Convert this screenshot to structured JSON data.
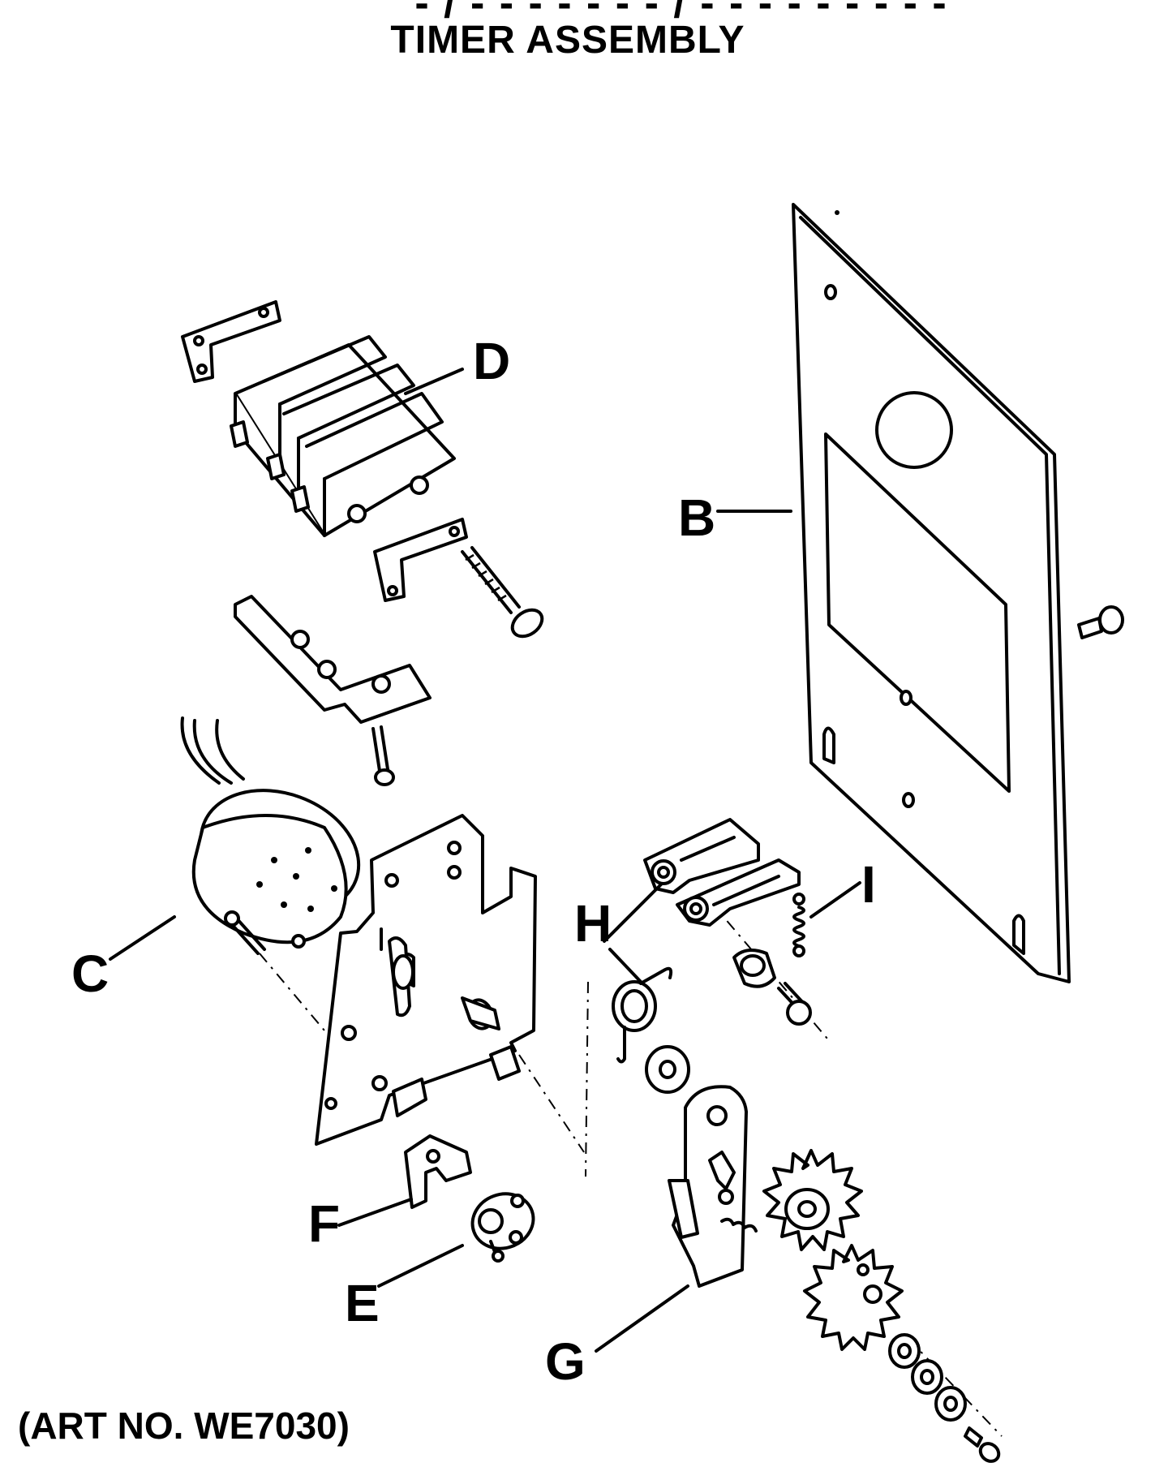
{
  "header": {
    "model_line": "- / - - - - - - - / - - - - - - - - -",
    "title": "TIMER ASSEMBLY"
  },
  "footer": {
    "art_no": "(ART NO. WE7030)"
  },
  "callouts": {
    "b": "B",
    "c": "C",
    "d": "D",
    "e": "E",
    "f": "F",
    "g": "G",
    "h": "H",
    "i": "I"
  }
}
